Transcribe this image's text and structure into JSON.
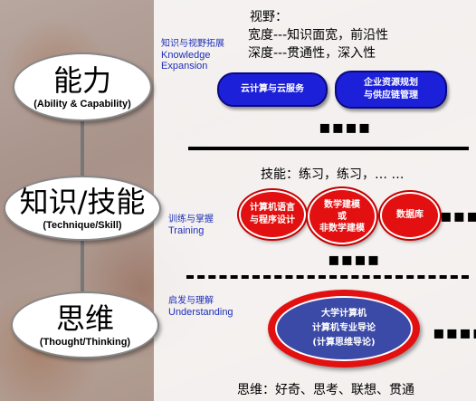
{
  "levels": {
    "ability": {
      "cn": "能力",
      "en": "(Ability & Capability)"
    },
    "skill": {
      "cn": "知识/技能",
      "en": "(Technique/Skill)"
    },
    "thinking": {
      "cn": "思维",
      "en": "(Thought/Thinking)"
    }
  },
  "labels": {
    "expansion_cn": "知识与视野拓展",
    "expansion_en1": "Knowledge",
    "expansion_en2": "Expansion",
    "training_cn": "训练与掌握",
    "training_en": "Training",
    "understanding_cn": "启发与理解",
    "understanding_en": "Understanding"
  },
  "notes": {
    "vision_title": "视野：",
    "vision_line1": "宽度---知识面宽，前沿性",
    "vision_line2": "深度---贯通性，深入性",
    "skill_line": "技能：练习，练习，… …",
    "thinking_line": "思维：好奇、思考、联想、贯通"
  },
  "pills": {
    "cloud": "云计算与云服务",
    "erp_line1": "企业资源规划",
    "erp_line2": "与供应链管理",
    "lang_line1": "计算机语言",
    "lang_line2": "与程序设计",
    "math_line1": "数学建模",
    "math_line2": "或",
    "math_line3": "非数学建模",
    "db": "数据库"
  },
  "course": {
    "line1": "大学计算机",
    "line2": "计算机专业导论",
    "line3": "(计算思维导论)"
  },
  "ellipsis": {
    "e1": "▪▪▪▪",
    "e2": "▪▪▪▪",
    "e3": "▪▪▪▪",
    "e4": "▪▪▪▪"
  },
  "colors": {
    "blue": "#1d20d9",
    "red": "#e21010",
    "label_blue": "#1f2fb8",
    "course_bg": "#3b4aa6"
  }
}
